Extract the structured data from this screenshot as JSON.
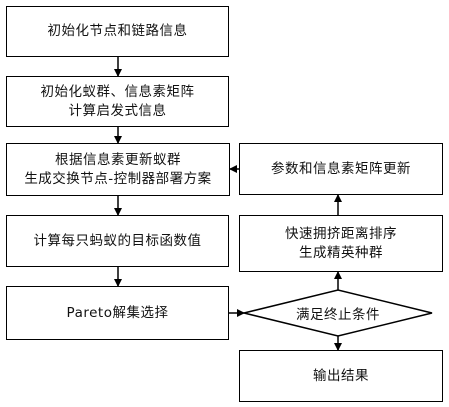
{
  "flowchart": {
    "nodes": {
      "init_nodes_links": [
        "初始化节点和链路信息"
      ],
      "init_colony": [
        "初始化蚁群、信息素矩阵",
        "计算启发式信息"
      ],
      "generate_scheme": [
        "根据信息素更新蚁群",
        "生成交换节点-控制器部署方案"
      ],
      "compute_objective": [
        "计算每只蚂蚁的目标函数值"
      ],
      "pareto_select": [
        "Pareto解集选择"
      ],
      "check_termination": [
        "满足终止条件"
      ],
      "output_result": [
        "输出结果"
      ],
      "crowding_sort": [
        "快速拥挤距离排序",
        "生成精英种群"
      ],
      "update_params": [
        "参数和信息素矩阵更新"
      ]
    }
  }
}
